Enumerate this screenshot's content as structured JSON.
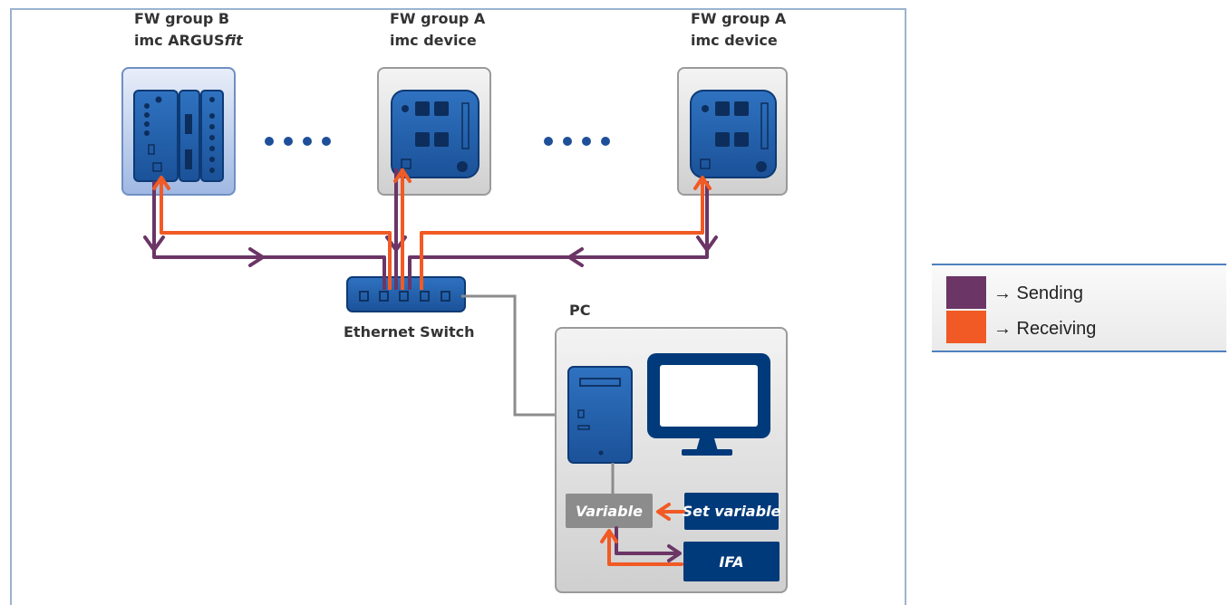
{
  "devices": [
    {
      "group": "FW group B",
      "type_main": "imc ARGUS",
      "type_suffix": "fit"
    },
    {
      "group": "FW group A",
      "type_main": "imc device",
      "type_suffix": ""
    },
    {
      "group": "FW group A",
      "type_main": "imc device",
      "type_suffix": ""
    }
  ],
  "switch": {
    "label": "Ethernet Switch"
  },
  "pc": {
    "label": "PC",
    "variable_label": "Variable",
    "set_variable_label": "Set variable",
    "ifa_label": "IFA"
  },
  "legend": {
    "items": [
      {
        "label": "→ Sending",
        "color": "#6b3566"
      },
      {
        "label": "→ Receiving",
        "color": "#f15a24"
      }
    ]
  },
  "colors": {
    "sending": "#6b3566",
    "receiving": "#f15a24",
    "device_blue": "#1f5fa8",
    "dark_navy": "#003a7a",
    "frame_border": "#9bb3d0",
    "cable_gray": "#8c8c8c"
  }
}
